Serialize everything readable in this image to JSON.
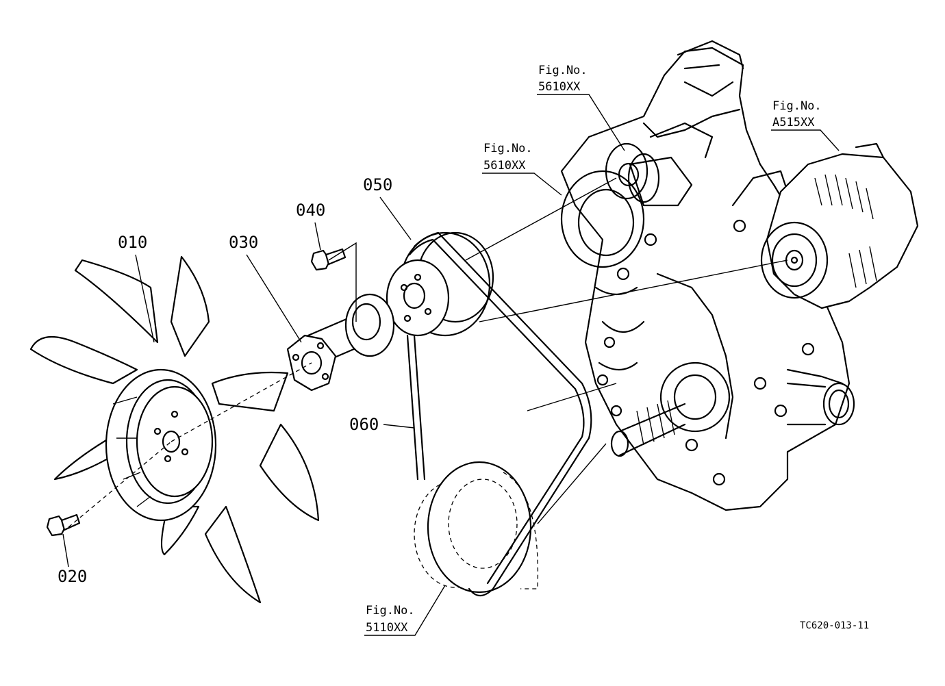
{
  "parts": {
    "p010": "010",
    "p020": "020",
    "p030": "030",
    "p040": "040",
    "p050": "050",
    "p060": "060"
  },
  "refs": {
    "r1": {
      "title": "Fig.No.",
      "num": "5610XX"
    },
    "r2": {
      "title": "Fig.No.",
      "num": "5610XX"
    },
    "r3": {
      "title": "Fig.No.",
      "num": "A515XX"
    },
    "r4": {
      "title": "Fig.No.",
      "num": "5110XX"
    }
  },
  "drawing_code": "TC620-013-11"
}
